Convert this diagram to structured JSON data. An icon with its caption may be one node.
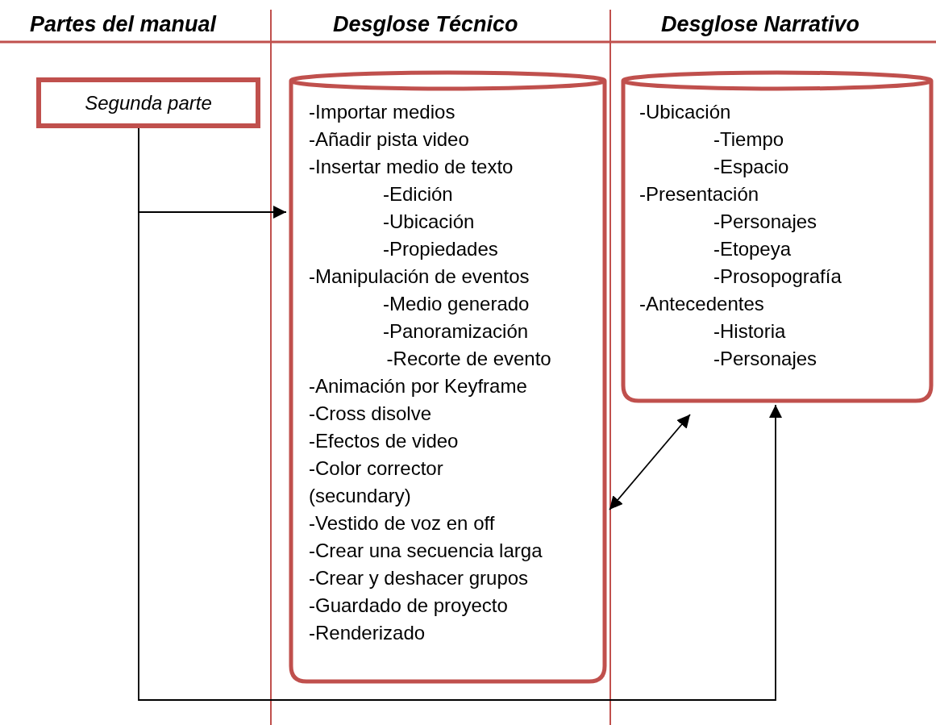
{
  "diagram": {
    "nodes": [
      {
        "text": [
          "Segunda parte"
        ]
      },
      {
        "text": [
          "-Importar medios",
          "-Añadir pista video",
          "-Insertar medio de texto",
          "-Edición",
          "-Ubicación",
          "-Propiedades",
          "-Manipulación de eventos",
          "-Medio generado",
          "-Panoramización",
          "-Recorte de evento",
          "-Animación por Keyframe",
          "-Cross disolve",
          "-Efectos de video",
          "-Color corrector (secundary)",
          "-Vestido de voz en off",
          "-Crear una secuencia larga",
          "-Crear y deshacer grupos",
          "-Guardado de proyecto",
          "-Renderizado"
        ]
      },
      {
        "text": [
          "-Ubicación",
          "-Tiempo",
          "-Espacio",
          "-Presentación",
          "-Personajes",
          "-Etopeya",
          "-Prosopografía",
          "-Antecedentes",
          "-Historia",
          "-Personajes"
        ]
      }
    ],
    "edges": [
      {
        "from": 0,
        "to": 1,
        "arrow": "to"
      },
      {
        "from": 1,
        "to": 2,
        "arrow": "both"
      },
      {
        "from": 0,
        "to": 2,
        "arrow": "to"
      }
    ],
    "labels": [
      "Partes del manual",
      "Desglose Técnico",
      "Desglose Narrativo"
    ]
  }
}
